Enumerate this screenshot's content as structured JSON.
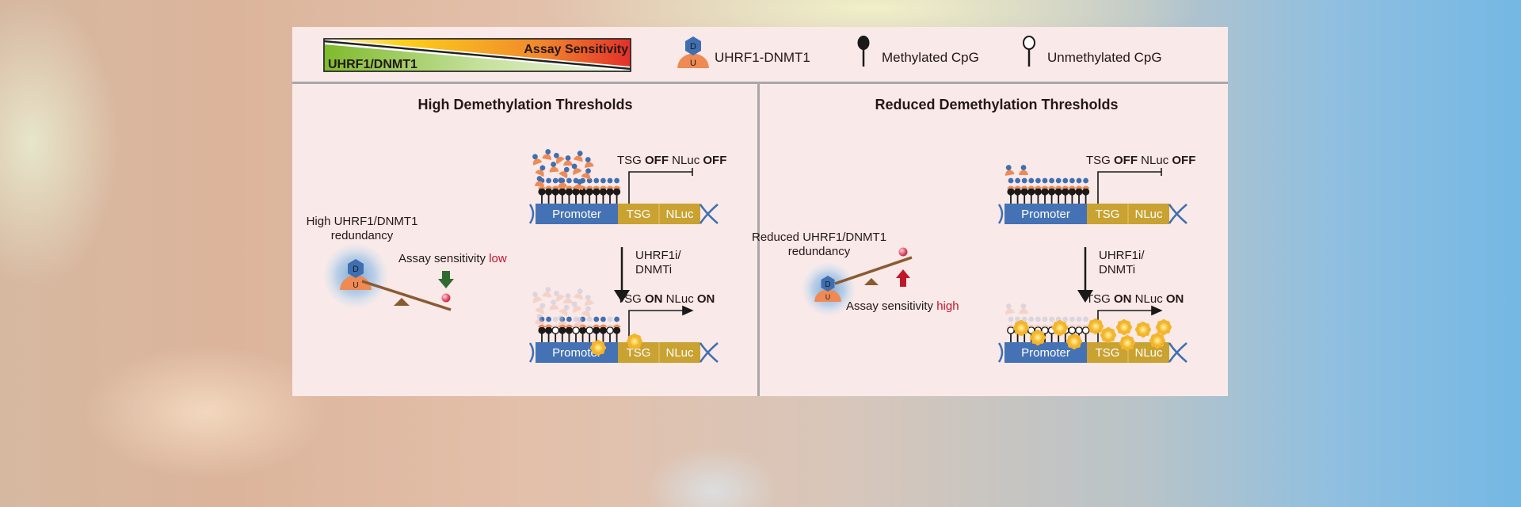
{
  "legend": {
    "gradient_left_label": "UHRF1/DNMT1",
    "gradient_right_label": "Assay Sensitivity",
    "complex_label": "UHRF1-DNMT1",
    "complex_top_letter": "D",
    "complex_bottom_letter": "U",
    "methylated_label": "Methylated CpG",
    "unmethylated_label": "Unmethylated CpG"
  },
  "colors": {
    "dnmt1": "#3f6fb1",
    "uhrf1": "#ef8a55",
    "promoter": "#4572b4",
    "gene": "#c9a232",
    "low_arrow": "#2f6b2f",
    "high_arrow": "#c0172b",
    "sensitivity_word": "#c0172b",
    "nluc_glow": "#f4b62a"
  },
  "panels": [
    {
      "title": "High Demethylation Thresholds",
      "redundancy_label_line1": "High UHRF1/DNMT1",
      "redundancy_label_line2": "redundancy",
      "sensitivity_prefix": "Assay sensitivity ",
      "sensitivity_value": "low",
      "before": {
        "status_parts": [
          "TSG ",
          "OFF",
          " NLuc ",
          "OFF"
        ],
        "promoter_label": "Promoter",
        "tsg_label": "TSG",
        "nluc_label": "NLuc",
        "cpg_methylated": [
          1,
          1,
          1,
          1,
          1,
          1,
          1,
          1,
          1,
          1,
          1,
          1
        ]
      },
      "treatment_line1": "UHRF1i/",
      "treatment_line2": "DNMTi",
      "after": {
        "status_parts": [
          "TSG ",
          "ON",
          " NLuc ",
          "ON"
        ],
        "promoter_label": "Promoter",
        "tsg_label": "TSG",
        "nluc_label": "NLuc",
        "cpg_methylated": [
          1,
          1,
          0,
          1,
          1,
          0,
          1,
          0,
          1,
          1,
          0,
          1
        ],
        "nluc_signal_count": 2
      }
    },
    {
      "title": "Reduced Demethylation Thresholds",
      "redundancy_label_line1": "Reduced UHRF1/DNMT1",
      "redundancy_label_line2": "redundancy",
      "sensitivity_prefix": "Assay sensitivity ",
      "sensitivity_value": "high",
      "before": {
        "status_parts": [
          "TSG ",
          "OFF",
          " NLuc ",
          "OFF"
        ],
        "promoter_label": "Promoter",
        "tsg_label": "TSG",
        "nluc_label": "NLuc",
        "cpg_methylated": [
          1,
          1,
          1,
          1,
          1,
          1,
          1,
          1,
          1,
          1,
          1,
          1
        ]
      },
      "treatment_line1": "UHRF1i/",
      "treatment_line2": "DNMTi",
      "after": {
        "status_parts": [
          "TSG ",
          "ON",
          " NLuc ",
          "ON"
        ],
        "promoter_label": "Promoter",
        "tsg_label": "TSG",
        "nluc_label": "NLuc",
        "cpg_methylated": [
          0,
          0,
          0,
          0,
          0,
          0,
          0,
          0,
          0,
          0,
          0,
          0
        ],
        "nluc_signal_count": 11
      }
    }
  ]
}
